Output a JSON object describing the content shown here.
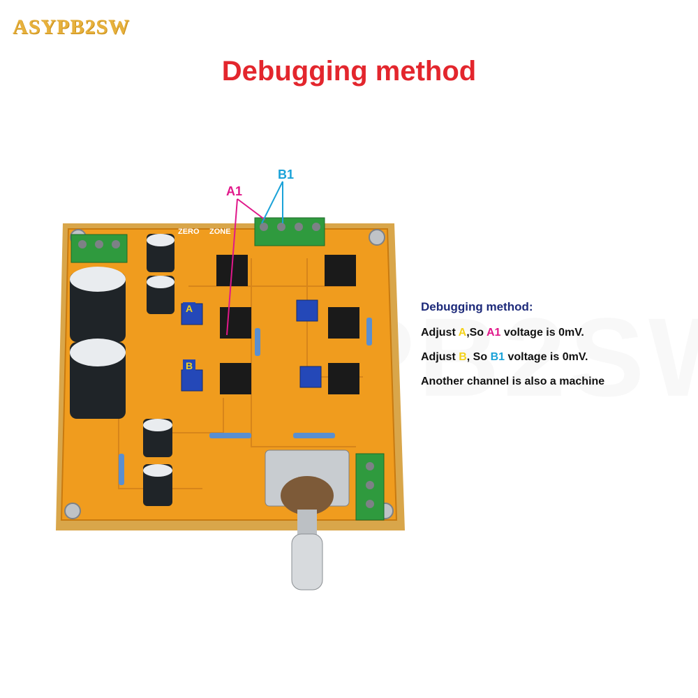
{
  "brand": {
    "logo_text": "ASYPB2SW"
  },
  "header": {
    "title": "Debugging method"
  },
  "board": {
    "silkscreen_brand": "ZERO",
    "silkscreen_brand_2": "ZONE",
    "label_a": "A",
    "label_b": "B"
  },
  "markers": {
    "a1": "A1",
    "b1": "B1"
  },
  "instructions": {
    "title": "Debugging method:",
    "line1": {
      "prefix": "Adjust ",
      "adj": "A",
      "mid": ",So ",
      "target": "A1",
      "suffix": " voltage is 0mV."
    },
    "line2": {
      "prefix": "Adjust ",
      "adj": "B",
      "mid": ", So ",
      "target": "B1",
      "suffix": " voltage is 0mV."
    },
    "line3": "Another channel is also a machine"
  },
  "colors": {
    "accent_red": "#e3262d",
    "label_yellow": "#f4d21a",
    "label_magenta": "#e0188a",
    "label_blue": "#1aa2d8",
    "board": "#f0a020"
  }
}
